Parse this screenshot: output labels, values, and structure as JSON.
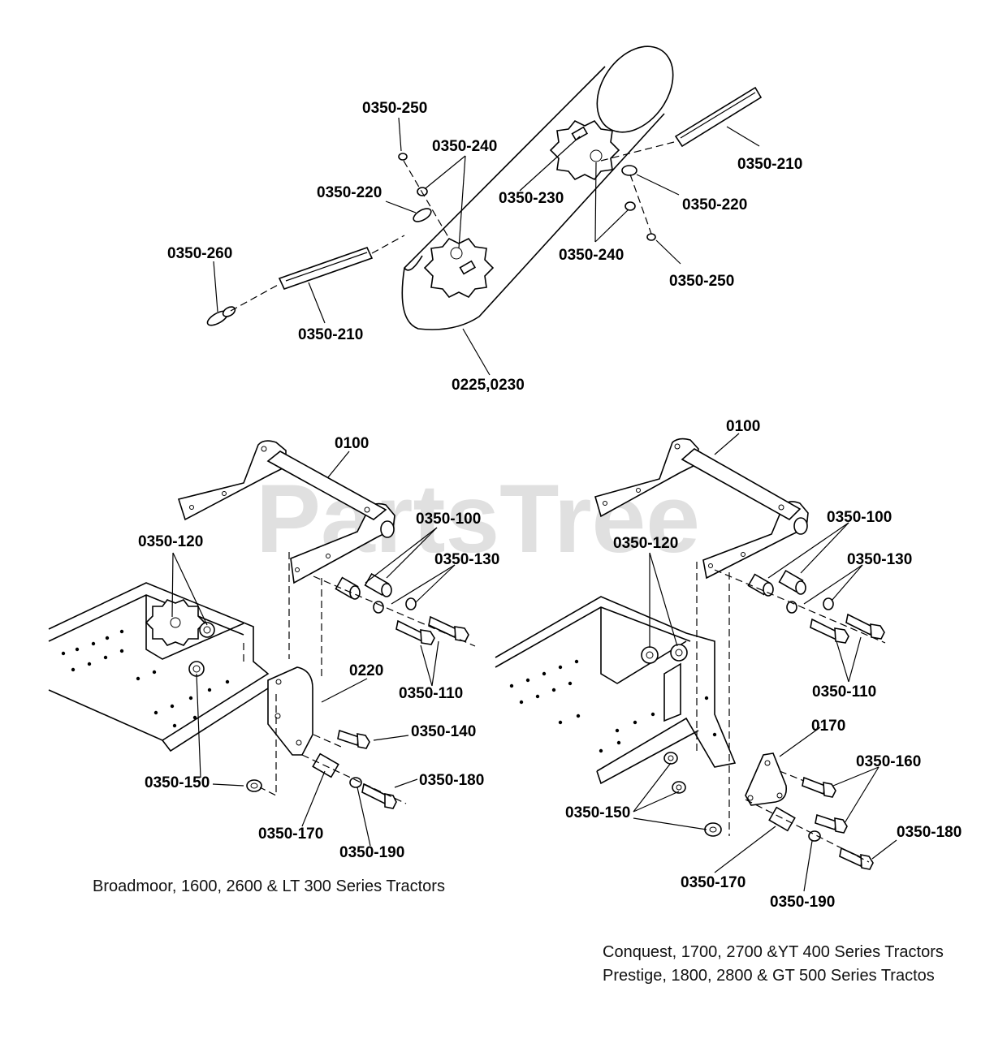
{
  "watermark": {
    "text": "PartsTree",
    "tm": "™"
  },
  "top_assembly": {
    "labels": [
      "0350-250",
      "0350-240",
      "0350-220",
      "0350-230",
      "0350-210",
      "0350-220",
      "0350-260",
      "0350-240",
      "0350-250",
      "0350-210",
      "0225,0230"
    ]
  },
  "left_assembly": {
    "labels": [
      "0100",
      "0350-100",
      "0350-120",
      "0350-130",
      "0220",
      "0350-110",
      "0350-140",
      "0350-150",
      "0350-180",
      "0350-170",
      "0350-190"
    ],
    "caption": "Broadmoor, 1600, 2600 & LT 300 Series Tractors"
  },
  "right_assembly": {
    "labels": [
      "0100",
      "0350-100",
      "0350-120",
      "0350-130",
      "0350-110",
      "0170",
      "0350-160",
      "0350-150",
      "0350-180",
      "0350-170",
      "0350-190"
    ],
    "captions": [
      "Conquest, 1700,  2700 &YT 400 Series Tractors",
      "Prestige, 1800, 2800 & GT 500 Series Tractos"
    ]
  }
}
